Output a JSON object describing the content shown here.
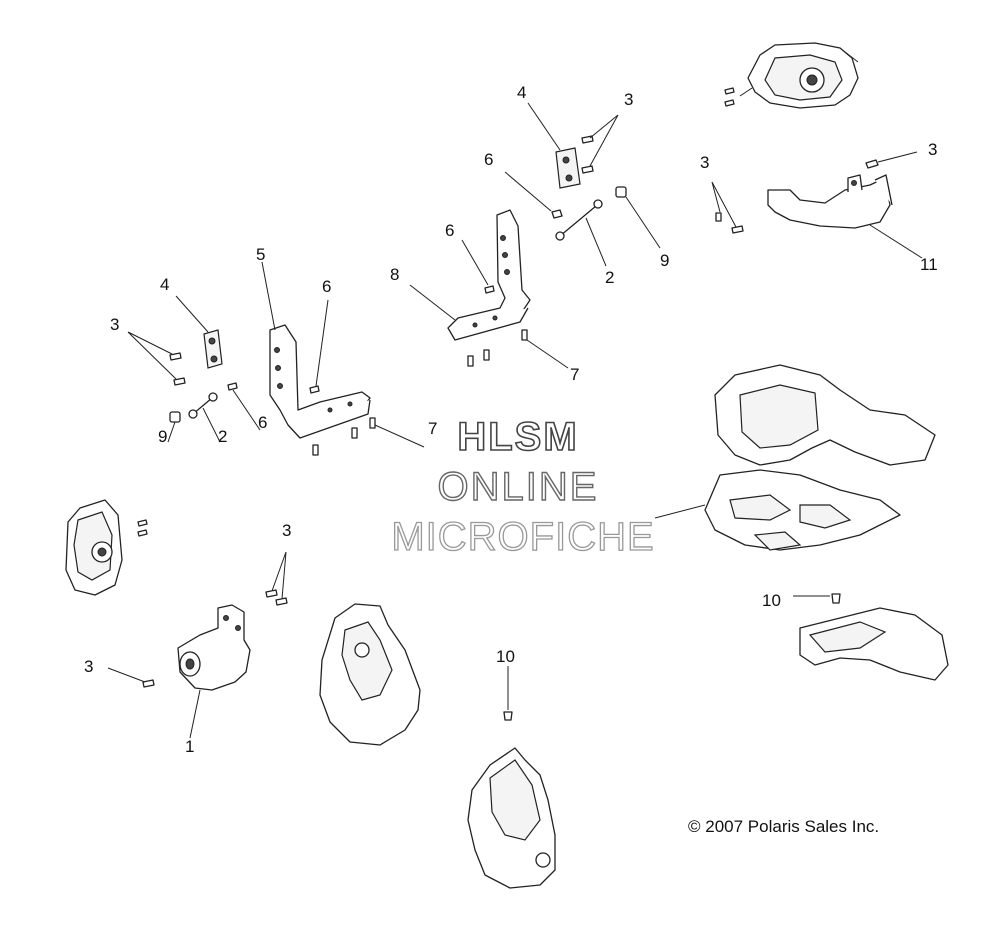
{
  "callouts": [
    {
      "id": "c1",
      "text": "1"
    },
    {
      "id": "c2a",
      "text": "2"
    },
    {
      "id": "c2b",
      "text": "2"
    },
    {
      "id": "c3a",
      "text": "3"
    },
    {
      "id": "c3b",
      "text": "3"
    },
    {
      "id": "c3c",
      "text": "3"
    },
    {
      "id": "c3d",
      "text": "3"
    },
    {
      "id": "c3e",
      "text": "3"
    },
    {
      "id": "c3f",
      "text": "3"
    },
    {
      "id": "c4a",
      "text": "4"
    },
    {
      "id": "c4b",
      "text": "4"
    },
    {
      "id": "c5",
      "text": "5"
    },
    {
      "id": "c6a",
      "text": "6"
    },
    {
      "id": "c6b",
      "text": "6"
    },
    {
      "id": "c6c",
      "text": "6"
    },
    {
      "id": "c6d",
      "text": "6"
    },
    {
      "id": "c7a",
      "text": "7"
    },
    {
      "id": "c7b",
      "text": "7"
    },
    {
      "id": "c8",
      "text": "8"
    },
    {
      "id": "c9a",
      "text": "9"
    },
    {
      "id": "c9b",
      "text": "9"
    },
    {
      "id": "c10a",
      "text": "10"
    },
    {
      "id": "c10b",
      "text": "10"
    },
    {
      "id": "c11",
      "text": "11"
    }
  ],
  "watermark": {
    "line1": "HLSM",
    "line2": "ONLINE",
    "line3": "MICROFICHE"
  },
  "copyright": "© 2007 Polaris Sales Inc."
}
